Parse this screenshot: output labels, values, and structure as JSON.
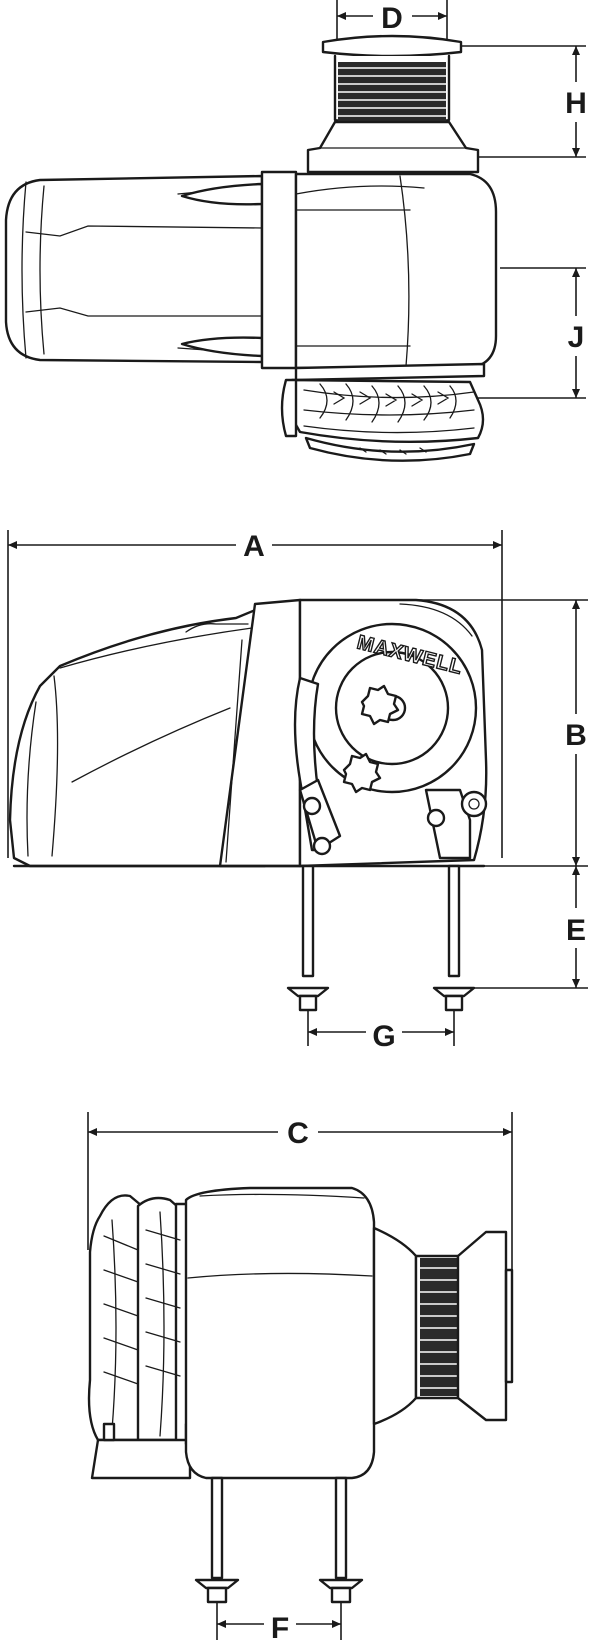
{
  "diagram": {
    "brand_text": "MAXWELL",
    "dimension_labels": {
      "a": "A",
      "b": "B",
      "c": "C",
      "d": "D",
      "e": "E",
      "f": "F",
      "g": "G",
      "h": "H",
      "j": "J"
    },
    "colors": {
      "line": "#1a1a1a",
      "background": "#ffffff"
    }
  }
}
